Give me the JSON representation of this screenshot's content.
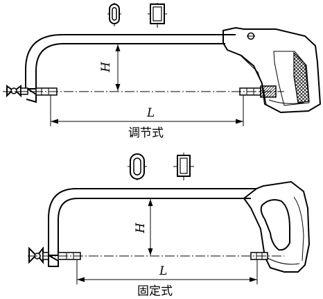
{
  "top_drawing": {
    "dim_height_label": "H",
    "dim_length_label": "L",
    "caption": "调节式"
  },
  "bottom_drawing": {
    "dim_height_label": "H",
    "dim_length_label": "L",
    "caption": "固定式"
  }
}
